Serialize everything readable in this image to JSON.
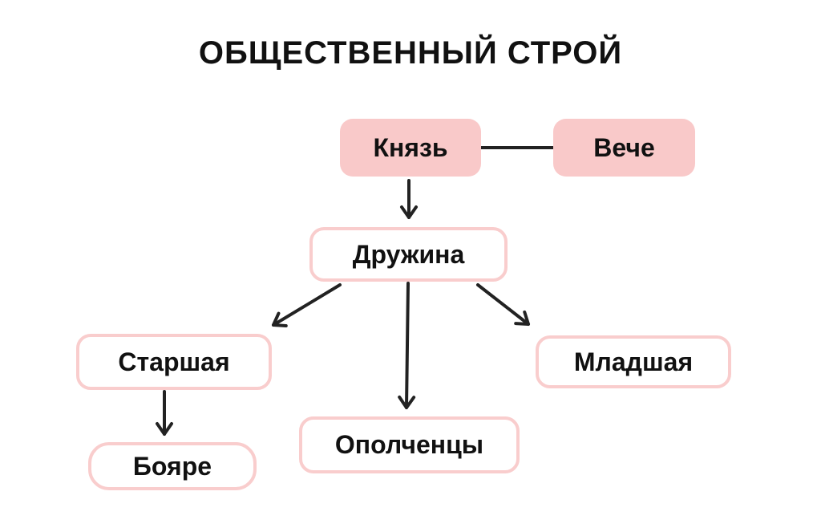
{
  "title": "ОБЩЕСТВЕННЫЙ СТРОЙ",
  "colors": {
    "background": "#FFFFFF",
    "pink_fill": "#F9C9C9",
    "pink_border": "#F9CDCD",
    "line": "#222222",
    "text": "#111111"
  },
  "nodes": {
    "knyaz": {
      "label": "Князь",
      "style": "filled"
    },
    "veche": {
      "label": "Вече",
      "style": "filled"
    },
    "druzhina": {
      "label": "Дружина",
      "style": "outlined"
    },
    "starshaya": {
      "label": "Старшая",
      "style": "outlined"
    },
    "mladshaya": {
      "label": "Младшая",
      "style": "outlined"
    },
    "opolchentsy": {
      "label": "Ополченцы",
      "style": "outlined"
    },
    "boyare": {
      "label": "Бояре",
      "style": "outlined"
    }
  },
  "edges": [
    {
      "from": "knyaz",
      "to": "veche",
      "type": "plain-line"
    },
    {
      "from": "knyaz",
      "to": "druzhina",
      "type": "arrow"
    },
    {
      "from": "druzhina",
      "to": "starshaya",
      "type": "arrow"
    },
    {
      "from": "druzhina",
      "to": "opolchentsy",
      "type": "arrow"
    },
    {
      "from": "druzhina",
      "to": "mladshaya",
      "type": "arrow"
    },
    {
      "from": "starshaya",
      "to": "boyare",
      "type": "arrow"
    }
  ]
}
